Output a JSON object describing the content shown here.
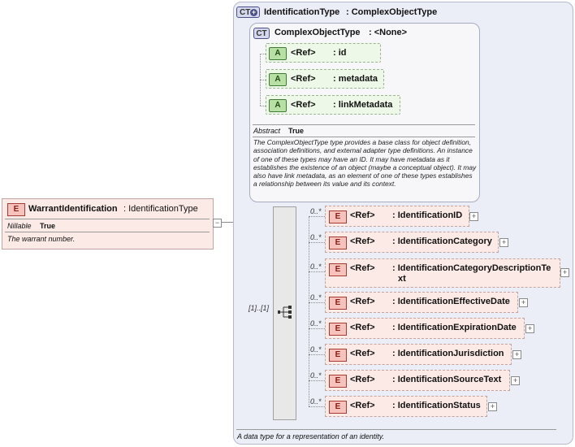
{
  "root_element": {
    "badge": "E",
    "name": "WarrantIdentification",
    "type": ": IdentificationType",
    "nillable_label": "Nillable",
    "nillable_value": "True",
    "description": "The warrant number.",
    "collapse_symbol": "−"
  },
  "outer_type": {
    "badge": "CT",
    "name": "IdentificationType",
    "type": ": ComplexObjectType",
    "description": "A data type for a representation of an identity."
  },
  "inner_type": {
    "badge": "CT",
    "name": "ComplexObjectType",
    "type": ": <None>",
    "abstract_label": "Abstract",
    "abstract_value": "True",
    "description": "The ComplexObjectType type provides a base class for object definition, association definitions, and external adapter type definitions. An instance of one of these types may have an ID. It may have metadata as it establishes the existence of an object (maybe a conceptual object). It may also have link metadata, as an element of one of these types establishes a relationship between its value and its context."
  },
  "attributes": [
    {
      "badge": "A",
      "ref": "<Ref>",
      "name": ": id"
    },
    {
      "badge": "A",
      "ref": "<Ref>",
      "name": ": metadata"
    },
    {
      "badge": "A",
      "ref": "<Ref>",
      "name": ": linkMetadata"
    }
  ],
  "sequence": {
    "occurrence": "[1]..[1]"
  },
  "elements": [
    {
      "badge": "E",
      "ref": "<Ref>",
      "name": ": IdentificationID",
      "occurrence": "0..*"
    },
    {
      "badge": "E",
      "ref": "<Ref>",
      "name": ": IdentificationCategory",
      "occurrence": "0..*"
    },
    {
      "badge": "E",
      "ref": "<Ref>",
      "name_line1": ": IdentificationCategoryDescriptionTe",
      "name_line2": "xt",
      "occurrence": "0..*"
    },
    {
      "badge": "E",
      "ref": "<Ref>",
      "name": ": IdentificationEffectiveDate",
      "occurrence": "0..*"
    },
    {
      "badge": "E",
      "ref": "<Ref>",
      "name": ": IdentificationExpirationDate",
      "occurrence": "0..*"
    },
    {
      "badge": "E",
      "ref": "<Ref>",
      "name": ": IdentificationJurisdiction",
      "occurrence": "0..*"
    },
    {
      "badge": "E",
      "ref": "<Ref>",
      "name": ": IdentificationSourceText",
      "occurrence": "0..*"
    },
    {
      "badge": "E",
      "ref": "<Ref>",
      "name": ": IdentificationStatus",
      "occurrence": "0..*"
    }
  ],
  "expand_symbol": "+"
}
